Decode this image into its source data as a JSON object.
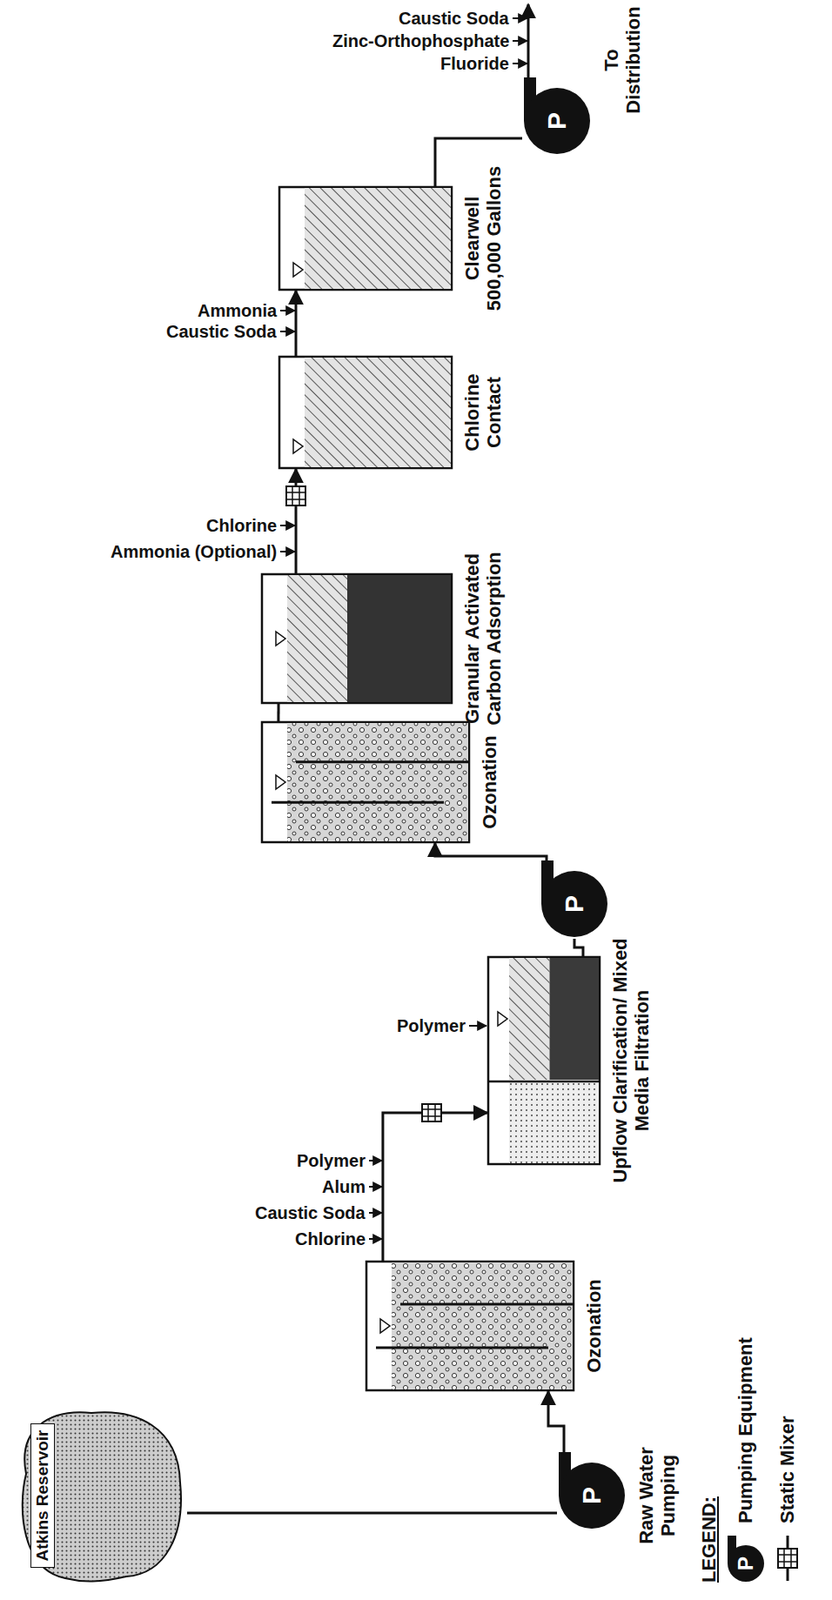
{
  "diagram": {
    "nodes": [
      {
        "text": [
          "Atkins Reservoir"
        ]
      },
      {
        "text": [
          "P",
          "Raw Water Pumping"
        ]
      },
      {
        "text": [
          "Ozonation"
        ]
      },
      {
        "text": [
          "Upflow Clarification/ Mixed Media Filtration"
        ]
      },
      {
        "text": [
          "P"
        ]
      },
      {
        "text": [
          "Ozonation"
        ]
      },
      {
        "text": [
          "Granular Activated Carbon Adsorption"
        ]
      },
      {
        "text": [
          "Chlorine Contact"
        ]
      },
      {
        "text": [
          "Clearwell",
          "500,000 Gallons"
        ]
      },
      {
        "text": [
          "P"
        ]
      }
    ],
    "edges": [
      {
        "from": 0,
        "to": 1,
        "arrow": "none"
      },
      {
        "from": 1,
        "to": 2,
        "arrow": "to"
      },
      {
        "from": 2,
        "to": 3,
        "arrow": "to"
      },
      {
        "from": 3,
        "to": 4,
        "arrow": "none"
      },
      {
        "from": 4,
        "to": 5,
        "arrow": "to"
      },
      {
        "from": 5,
        "to": 6,
        "arrow": "none"
      },
      {
        "from": 6,
        "to": 7,
        "arrow": "to"
      },
      {
        "from": 7,
        "to": 8,
        "arrow": "to"
      },
      {
        "from": 8,
        "to": 9,
        "arrow": "none"
      }
    ],
    "labels": [
      "Chlorine",
      "Caustic Soda",
      "Alum",
      "Polymer",
      "Polymer",
      "Ammonia (Optional)",
      "Chlorine",
      "Caustic Soda",
      "Ammonia",
      "Fluoride",
      "Zinc-Orthophosphate",
      "Caustic Soda",
      "To Distribution",
      "LEGEND:",
      "P"
    ],
    "legend": [
      {
        "text": "Pumping Equipment"
      },
      {
        "text": "Static Mixer"
      }
    ]
  }
}
